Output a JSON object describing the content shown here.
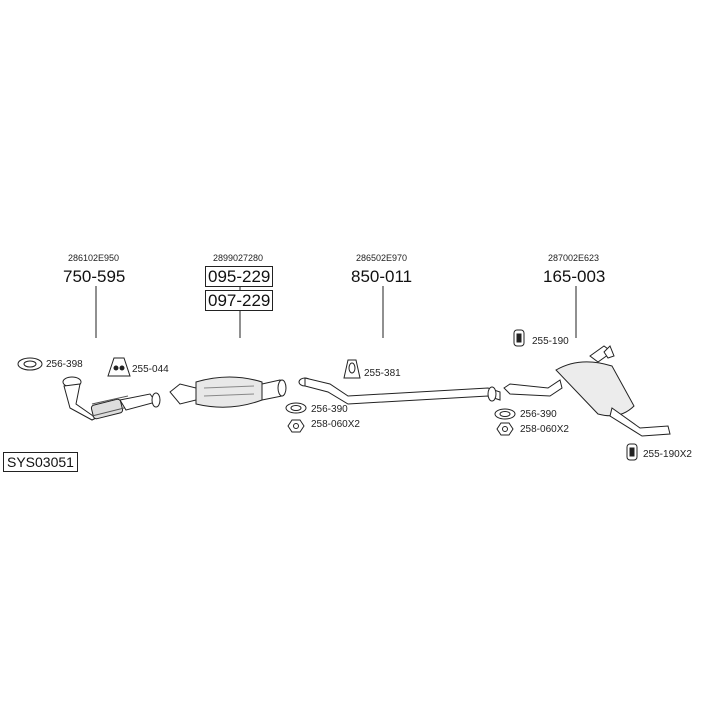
{
  "system_code": "SYS03051",
  "groups": [
    {
      "oem": "286102E950",
      "part": "750-595"
    },
    {
      "oem": "2899027280",
      "parts": [
        "095-229",
        "097-229"
      ]
    },
    {
      "oem": "286502E970",
      "part": "850-011"
    },
    {
      "oem": "287002E623",
      "part": "165-003"
    }
  ],
  "accessories": {
    "a1": "256-398",
    "a2": "255-044",
    "a3": "255-381",
    "a4": "256-390",
    "a5": "258-060X2",
    "a6": "256-390",
    "a7": "258-060X2",
    "a8": "255-190",
    "a9": "255-190X2"
  }
}
